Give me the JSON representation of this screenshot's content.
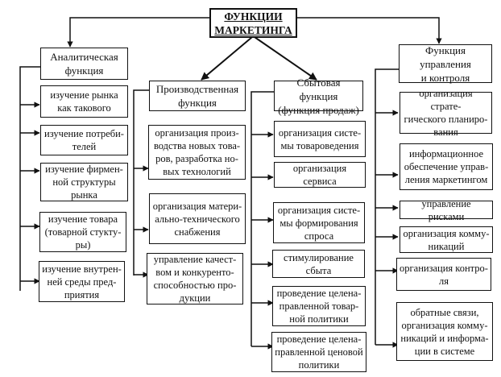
{
  "title": "ФУНКЦИИ\nМАРКЕТИНГА",
  "branches": [
    {
      "header": "Аналитическая\nфункция",
      "items": [
        "изучение рынка\nкак такового",
        "изучение потреби-\nтелей",
        "изучение фирмен-\nной структуры\nрынка",
        "изучение товара\n(товарной стукту-\nры)",
        "изучение внутрен-\nней среды пред-\nприятия"
      ]
    },
    {
      "header": "Производственная\nфункция",
      "items": [
        "организация произ-\nводства новых това-\nров, разработка но-\nвых технологий",
        "организация матери-\nально-технического\nснабжения",
        "управление качест-\nвом и конкуренто-\nспособностью про-\nдукции"
      ]
    },
    {
      "header": "Сбытовая функция\n(функция продаж)",
      "items": [
        "организация систе-\nмы товароведения",
        "организация сервиса",
        "организация систе-\nмы формирования\nспроса",
        "стимулирование\nсбыта",
        "проведение целена-\nправленной товар-\nной политики",
        "проведение целена-\nправленной ценовой\nполитики"
      ]
    },
    {
      "header": "Функция управления\nи контроля",
      "items": [
        "организация страте-\nгического планиро-\nвания",
        "информационное\nобеспечение управ-\nления маркетингом",
        "управление рисками",
        "организация комму-\nникаций",
        "организация контро-\nля",
        "обратные связи,\nорганизация комму-\nникаций и информа-\nции в системе"
      ]
    }
  ]
}
